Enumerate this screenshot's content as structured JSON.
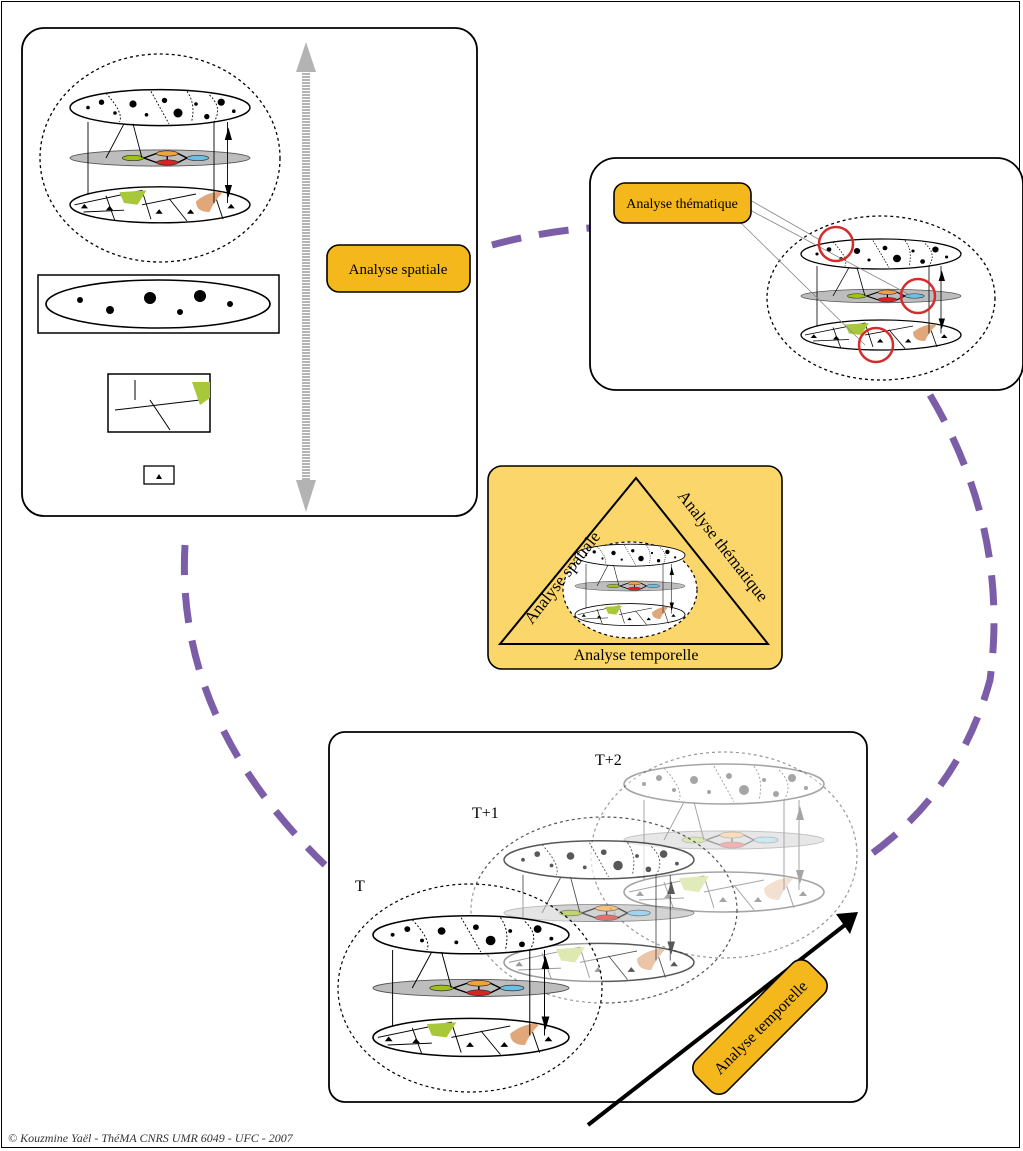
{
  "labels": {
    "spatial": "Analyse spatiale",
    "thematic": "Analyse thématique",
    "temporal": "Analyse temporelle",
    "tri_spatial": "Analyse spatiale",
    "tri_thematic": "Analyse thématique",
    "tri_temporal": "Analyse temporelle",
    "t0": "T",
    "t1": "T+1",
    "t2": "T+2"
  },
  "copyright": "© Kouzmine Yaël - ThéMA CNRS UMR 6049 - UFC - 2007",
  "colors": {
    "cycle_dash": "#7b5ea7",
    "label_box": "#f5b81c",
    "center_panel": "#fbd76b",
    "grey_layer": "#bdbdbd",
    "red_circle": "#d62b2b",
    "scale_arrow": "#b3b3b3"
  }
}
